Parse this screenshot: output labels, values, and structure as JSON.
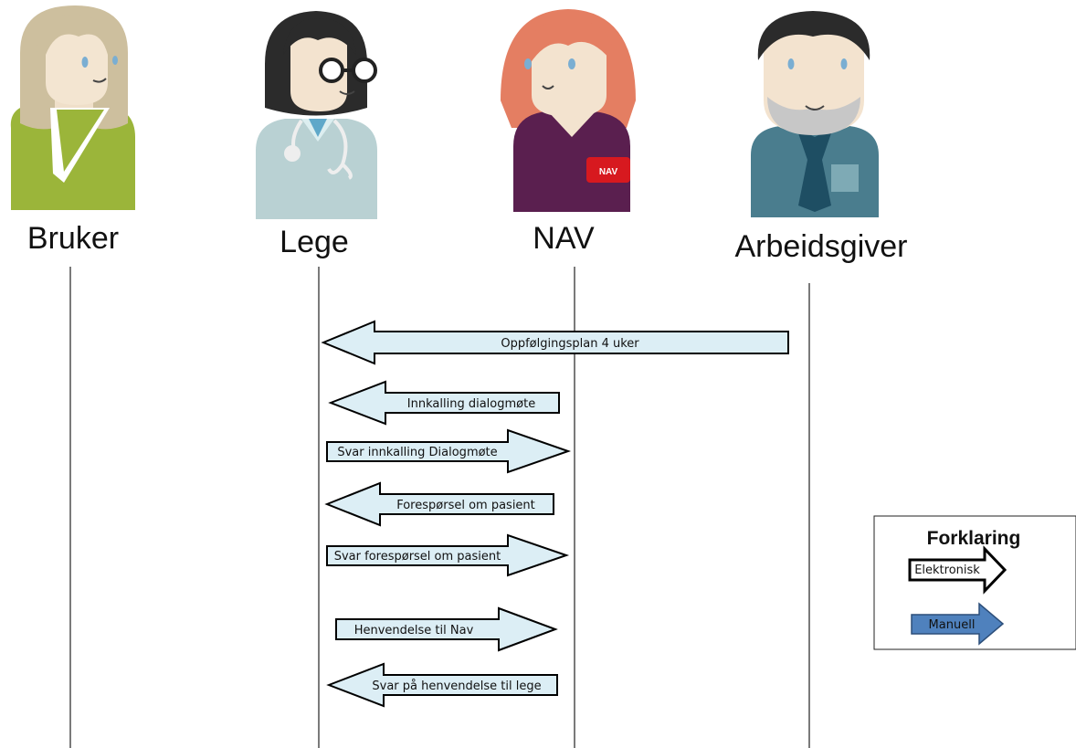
{
  "actors": [
    {
      "id": "bruker",
      "label": "Bruker",
      "avatar": "patient-avatar-icon"
    },
    {
      "id": "lege",
      "label": "Lege",
      "avatar": "doctor-avatar-icon"
    },
    {
      "id": "nav",
      "label": "NAV",
      "avatar": "nav-officer-avatar-icon",
      "badge_text": "NAV"
    },
    {
      "id": "arbeidsgiver",
      "label": "Arbeidsgiver",
      "avatar": "employer-avatar-icon"
    }
  ],
  "messages": [
    {
      "label": "Oppfølgingsplan  4 uker",
      "from": "arbeidsgiver",
      "to": "lege",
      "type": "electronic"
    },
    {
      "label": "Innkalling  dialogmøte",
      "from": "nav",
      "to": "lege",
      "type": "electronic"
    },
    {
      "label": "Svar innkalling  Dialogmøte",
      "from": "lege",
      "to": "nav",
      "type": "electronic"
    },
    {
      "label": "Forespørsel  om pasient",
      "from": "nav",
      "to": "lege",
      "type": "electronic"
    },
    {
      "label": "Svar forespørsel  om pasient",
      "from": "lege",
      "to": "nav",
      "type": "electronic"
    },
    {
      "label": "Henvendelse  til  Nav",
      "from": "lege",
      "to": "nav",
      "type": "electronic"
    },
    {
      "label": "Svar på  henvendelse  til  lege",
      "from": "nav",
      "to": "lege",
      "type": "electronic"
    }
  ],
  "legend": {
    "title": "Forklaring",
    "items": [
      {
        "label": "Elektronisk",
        "type": "electronic",
        "color": "#ffffff"
      },
      {
        "label": "Manuell",
        "type": "manual",
        "color": "#4f81bd"
      }
    ]
  },
  "colors": {
    "electronic_arrow_fill": "#dceef5",
    "manual_arrow_fill": "#4f81bd",
    "arrow_stroke": "#000000",
    "nav_badge": "#d7191f",
    "bruker_shirt": "#9bb53a",
    "lege_coat": "#b9d1d3",
    "nav_shirt": "#5a1f4f",
    "arbeidsgiver_shirt": "#4a7d8e"
  }
}
